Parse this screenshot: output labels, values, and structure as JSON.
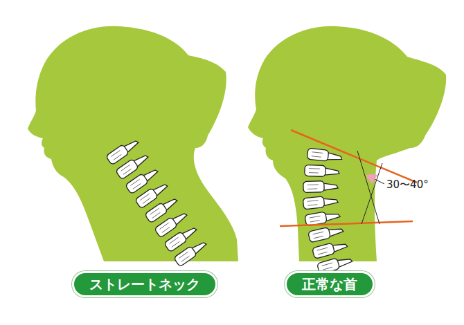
{
  "diagram": {
    "nodes": [
      {
        "text": [
          "ストレートネック"
        ]
      },
      {
        "text": [
          "正常な首"
        ]
      }
    ],
    "labels": [
      "30〜40°"
    ]
  }
}
